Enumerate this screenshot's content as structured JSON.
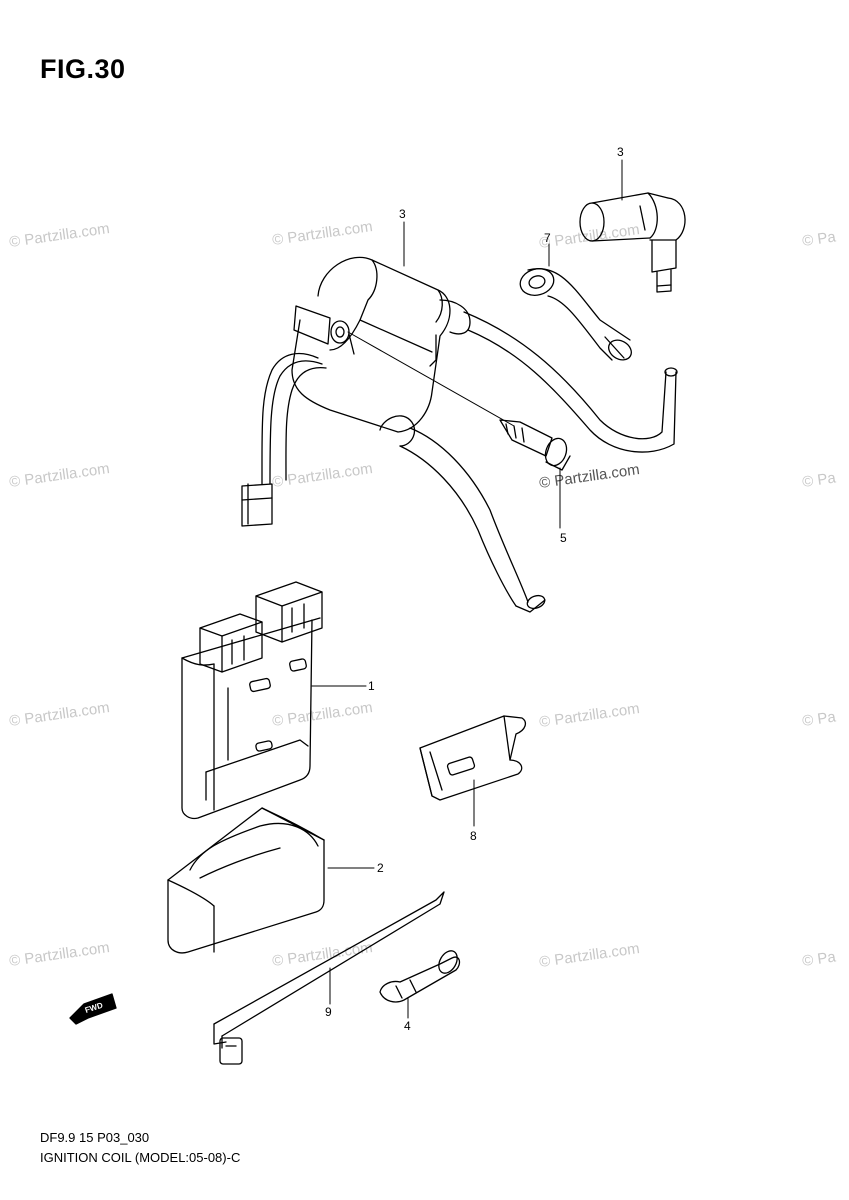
{
  "figure": {
    "title": "FIG.30"
  },
  "callouts": [
    "3",
    "3",
    "7",
    "5",
    "1",
    "8",
    "2",
    "9",
    "4"
  ],
  "watermark": {
    "text": "© Partzilla.com",
    "text_short": "© Pa"
  },
  "fwd_label": "FWD",
  "footer": {
    "line1": "DF9.9 15 P03_030",
    "line2": "IGNITION COIL (MODEL:05-08)-C"
  },
  "colors": {
    "ink": "#000000",
    "watermark": "#c8c8c8",
    "watermark_dark": "#555555"
  }
}
